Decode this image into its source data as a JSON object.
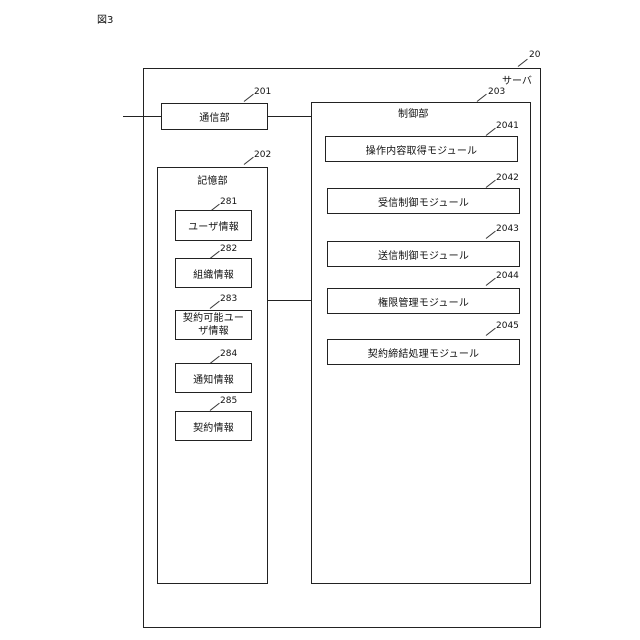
{
  "figure_label": "図3",
  "server": {
    "ref": "20",
    "label": "サーバ"
  },
  "comm": {
    "ref": "201",
    "label": "通信部"
  },
  "storage": {
    "ref": "202",
    "label": "記憶部",
    "items": [
      {
        "ref": "281",
        "label": "ユーザ情報"
      },
      {
        "ref": "282",
        "label": "組織情報"
      },
      {
        "ref": "283",
        "label_line1": "契約可能ユー",
        "label_line2": "ザ情報"
      },
      {
        "ref": "284",
        "label": "通知情報"
      },
      {
        "ref": "285",
        "label": "契約情報"
      }
    ]
  },
  "control": {
    "ref": "203",
    "label": "制御部",
    "modules": [
      {
        "ref": "2041",
        "label": "操作内容取得モジュール"
      },
      {
        "ref": "2042",
        "label": "受信制御モジュール"
      },
      {
        "ref": "2043",
        "label": "送信制御モジュール"
      },
      {
        "ref": "2044",
        "label": "権限管理モジュール"
      },
      {
        "ref": "2045",
        "label": "契約締結処理モジュール"
      }
    ]
  }
}
